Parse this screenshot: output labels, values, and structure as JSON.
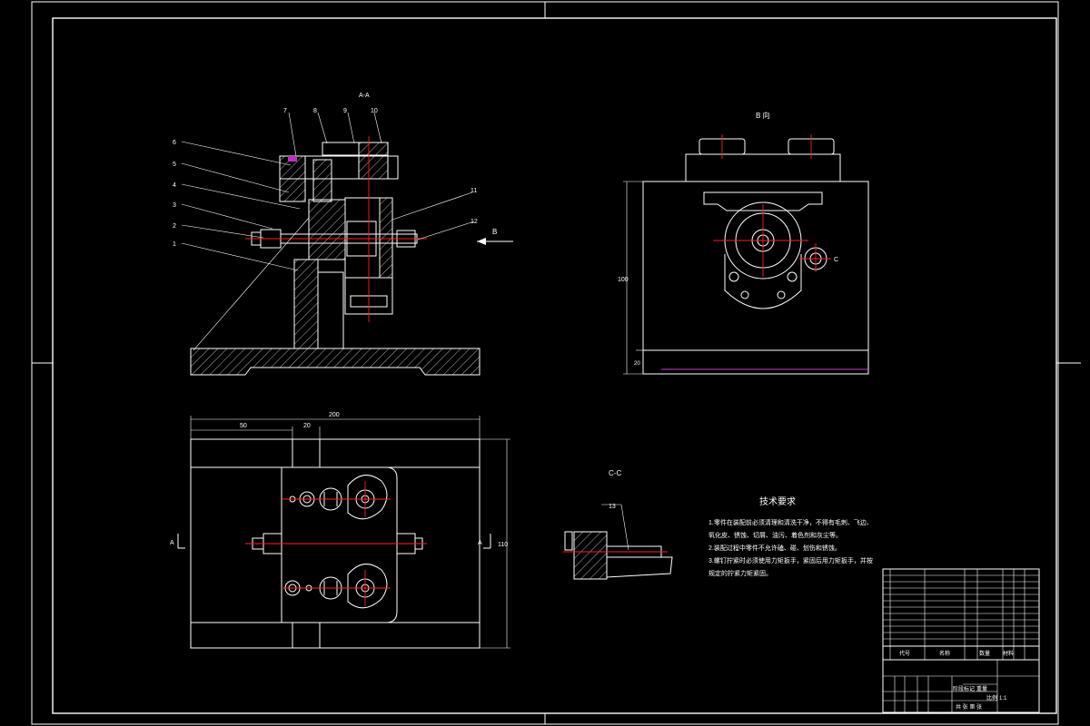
{
  "views": {
    "section_aa_title": "A-A",
    "view_b_title": "B 向",
    "section_cc_title": "C-C"
  },
  "balloons": [
    "1",
    "2",
    "3",
    "4",
    "5",
    "6",
    "7",
    "8",
    "9",
    "10",
    "11",
    "12",
    "13"
  ],
  "dimensions": {
    "overall_width": "200",
    "dim_50": "50",
    "dim_20": "20",
    "dim_side_height": "110",
    "dim_view_b_height": "100",
    "dim_base": "20"
  },
  "labels": {
    "view_arrow_b": "B",
    "section_mark_a_left": "A",
    "section_mark_a_right": "A",
    "section_mark_c": "C"
  },
  "technical_requirements": {
    "title": "技术要求",
    "items": [
      "1.零件在装配前必须清理和清洗干净，不得有毛刺、飞边、",
      "氧化皮、锈蚀、切屑、油污、着色剂和灰尘等。",
      "2.装配过程中零件不允许磕、碰、划伤和锈蚀。",
      "3.螺钉拧紧时必须使用力矩扳手，紧固后用力矩扳手，并按",
      "规定的拧紧力矩紧固。"
    ]
  },
  "title_block": {
    "header_code": "代号",
    "header_name": "名称",
    "header_qty": "数量",
    "header_material": "材料",
    "row_stage": "阶段标记",
    "row_weight": "重量",
    "row_scale": "比例",
    "scale_value": "1:1",
    "row_sheet": "共 张 第 张"
  }
}
